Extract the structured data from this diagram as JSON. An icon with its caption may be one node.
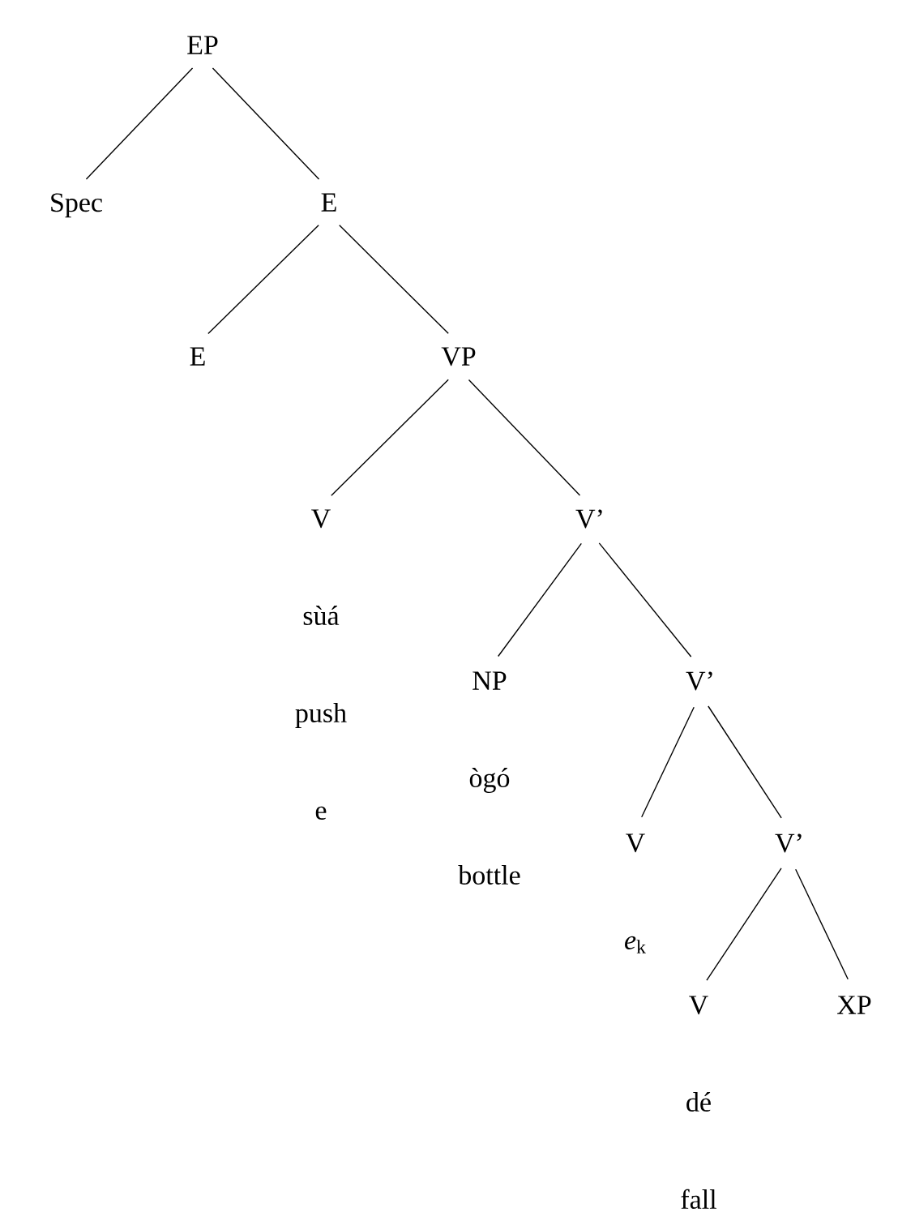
{
  "diagram": {
    "nodes": [
      {
        "text": [
          "EP"
        ]
      },
      {
        "text": [
          "Spec"
        ]
      },
      {
        "text": [
          "E"
        ]
      },
      {
        "text": [
          "E"
        ]
      },
      {
        "text": [
          "VP"
        ]
      },
      {
        "text": [
          "V",
          "sùá",
          "push",
          "e"
        ]
      },
      {
        "text": [
          "V’"
        ]
      },
      {
        "text": [
          "NP",
          "ògó",
          "bottle"
        ]
      },
      {
        "text": [
          "V’"
        ]
      },
      {
        "text": [
          "V",
          "*e*$_{k}$"
        ]
      },
      {
        "text": [
          "V’"
        ]
      },
      {
        "text": [
          "V",
          "dé",
          "fall"
        ]
      },
      {
        "text": [
          "XP"
        ]
      }
    ],
    "edges": [
      {
        "from": 0,
        "to": 1,
        "arrow": "none"
      },
      {
        "from": 0,
        "to": 2,
        "arrow": "none"
      },
      {
        "from": 2,
        "to": 3,
        "arrow": "none"
      },
      {
        "from": 2,
        "to": 4,
        "arrow": "none"
      },
      {
        "from": 4,
        "to": 5,
        "arrow": "none"
      },
      {
        "from": 4,
        "to": 6,
        "arrow": "none"
      },
      {
        "from": 6,
        "to": 7,
        "arrow": "none"
      },
      {
        "from": 6,
        "to": 8,
        "arrow": "none"
      },
      {
        "from": 8,
        "to": 9,
        "arrow": "none"
      },
      {
        "from": 8,
        "to": 10,
        "arrow": "none"
      },
      {
        "from": 10,
        "to": 11,
        "arrow": "none"
      },
      {
        "from": 10,
        "to": 12,
        "arrow": "none"
      }
    ]
  }
}
